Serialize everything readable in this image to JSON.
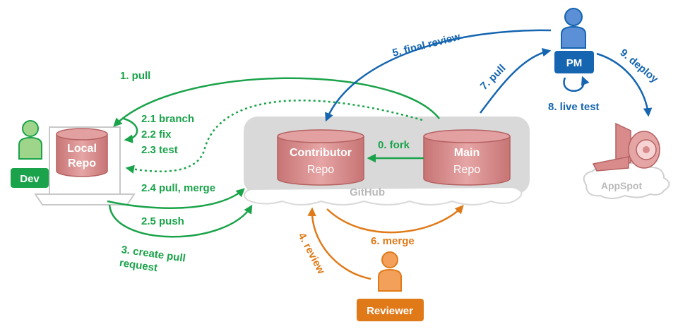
{
  "actors": {
    "dev": "Dev",
    "pm": "PM",
    "reviewer": "Reviewer"
  },
  "repos": {
    "local": {
      "line1": "Local",
      "line2": "Repo"
    },
    "contributor": {
      "line1": "Contributor",
      "line2": "Repo"
    },
    "main": {
      "line1": "Main",
      "line2": "Repo"
    }
  },
  "clouds": {
    "github": "GitHub",
    "appspot": "AppSpot"
  },
  "steps": {
    "fork": "0. fork",
    "pull": "1. pull",
    "branch": "2.1 branch",
    "fix": "2.2 fix",
    "test": "2.3 test",
    "pull_merge": "2.4 pull, merge",
    "push": "2.5 push",
    "create_pr_line1": "3. create pull",
    "create_pr_line2": "request",
    "review": "4. review",
    "final_review": "5. final review",
    "merge": "6. merge",
    "pull_pm": "7. pull",
    "live_test": "8. live test",
    "deploy": "9. deploy"
  },
  "colors": {
    "green": "#1aa34a",
    "blue": "#1565b0",
    "orange": "#e07a19",
    "repo": "#d98b8b",
    "cloud": "#d9d9d9"
  }
}
